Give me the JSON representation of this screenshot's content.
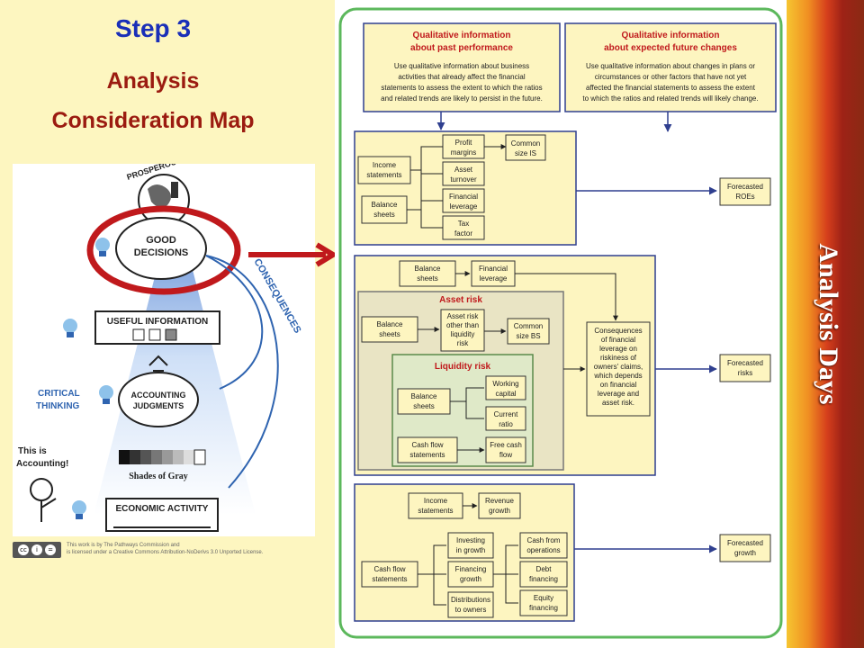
{
  "heading": {
    "step": "Step 3",
    "analysis": "Analysis",
    "map_title": "Consideration Map"
  },
  "sidebar_title": "Analysis Days",
  "pathway": {
    "society": "PROSPEROUS SOCIETY",
    "good_decisions": [
      "GOOD",
      "DECISIONS"
    ],
    "consequences": "CONSEQUENCES",
    "useful_information": "USEFUL INFORMATION",
    "critical_thinking": [
      "CRITICAL",
      "THINKING"
    ],
    "accounting_judgments": [
      "ACCOUNTING",
      "JUDGMENTS"
    ],
    "shades_of_gray": "Shades of Gray",
    "this_is_accounting": [
      "This is",
      "Accounting!"
    ],
    "economic_activity": "ECONOMIC ACTIVITY"
  },
  "license": {
    "badge": [
      "cc",
      "i",
      "="
    ],
    "text": [
      "This work is by The Pathways Commission and",
      "is licensed under a Creative Commons Attribution-NoDerivs 3.0 Unported License."
    ]
  },
  "map": {
    "qual_past": {
      "title": [
        "Qualitative information",
        "about past performance"
      ],
      "body": [
        "Use qualitative information about business",
        "activities that already affect the financial",
        "statements to assess the extent to which the ratios",
        "and related trends are likely to persist in the future."
      ]
    },
    "qual_future": {
      "title": [
        "Qualitative information",
        "about expected future changes"
      ],
      "body": [
        "Use qualitative information about changes in plans or",
        "circumstances or other factors that have not yet",
        "affected the financial statements to assess the extent",
        "to which the ratios and related trends will likely change."
      ]
    },
    "profitability": {
      "income_statements": [
        "Income",
        "statements"
      ],
      "balance_sheets": [
        "Balance",
        "sheets"
      ],
      "profit_margins": [
        "Profit",
        "margins"
      ],
      "asset_turnover": [
        "Asset",
        "turnover"
      ],
      "financial_leverage": [
        "Financial",
        "leverage"
      ],
      "tax_factor": [
        "Tax",
        "factor"
      ],
      "common_size_is": [
        "Common",
        "size IS"
      ],
      "forecasted_roes": [
        "Forecasted",
        "ROEs"
      ]
    },
    "risk": {
      "balance_sheets_top": [
        "Balance",
        "sheets"
      ],
      "financial_leverage": [
        "Financial",
        "leverage"
      ],
      "asset_risk_label": "Asset risk",
      "balance_sheets_asset": [
        "Balance",
        "sheets"
      ],
      "asset_risk_other": [
        "Asset risk",
        "other than",
        "liquidity",
        "risk"
      ],
      "common_size_bs": [
        "Common",
        "size BS"
      ],
      "liquidity_risk_label": "Liquidity risk",
      "balance_sheets_liq": [
        "Balance",
        "sheets"
      ],
      "working_capital": [
        "Working",
        "capital"
      ],
      "current_ratio": [
        "Current",
        "ratio"
      ],
      "cash_flow_statements": [
        "Cash flow",
        "statements"
      ],
      "free_cash_flow": [
        "Free cash",
        "flow"
      ],
      "consequences": [
        "Consequences",
        "of financial",
        "leverage on",
        "riskiness of",
        "owners' claims,",
        "which depends",
        "on financial",
        "leverage and",
        "asset risk."
      ],
      "forecasted_risks": [
        "Forecasted",
        "risks"
      ]
    },
    "growth": {
      "income_statements": [
        "Income",
        "statements"
      ],
      "revenue_growth": [
        "Revenue",
        "growth"
      ],
      "cash_flow_statements": [
        "Cash flow",
        "statements"
      ],
      "investing_in_growth": [
        "Investing",
        "in growth"
      ],
      "financing_growth": [
        "Financing",
        "growth"
      ],
      "distributions_to_owners": [
        "Distributions",
        "to owners"
      ],
      "cash_from_operations": [
        "Cash from",
        "operations"
      ],
      "debt_financing": [
        "Debt",
        "financing"
      ],
      "equity_financing": [
        "Equity",
        "financing"
      ],
      "forecasted_growth": [
        "Forecasted",
        "growth"
      ]
    }
  },
  "colors": {
    "accent_red": "#c0191c",
    "title_blue": "#1a2fb8",
    "title_red": "#9b1b10",
    "map_border": "#5cb85c",
    "node_border": "#333333",
    "arrow_blue": "#2f3f8f",
    "asset_risk_label": "#c0191c"
  }
}
